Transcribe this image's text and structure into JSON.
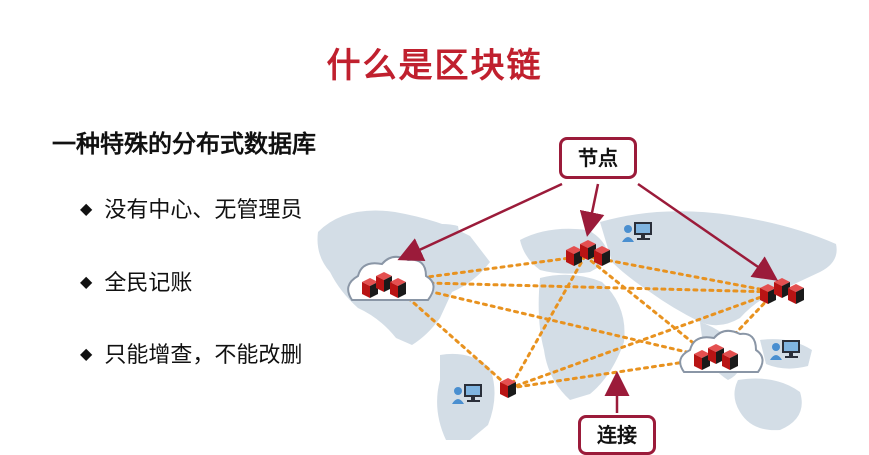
{
  "title": "什么是区块链",
  "subtitle": "一种特殊的分布式数据库",
  "bullets": [
    {
      "marker": "◆",
      "text": "没有中心、无管理员"
    },
    {
      "marker": "◆",
      "text": "全民记账"
    },
    {
      "marker": "◆",
      "text": "只能增查，不能改删"
    }
  ],
  "labels": {
    "node": "节点",
    "link": "连接"
  },
  "colors": {
    "title": "#c0202e",
    "arrow": "#9b1b3a",
    "link_line": "#e8921f",
    "map": "#d3dde6",
    "block": "#d21e1e"
  },
  "icons": [
    "world-map",
    "block-node-icon",
    "cloud-icon",
    "computer-user-icon"
  ]
}
